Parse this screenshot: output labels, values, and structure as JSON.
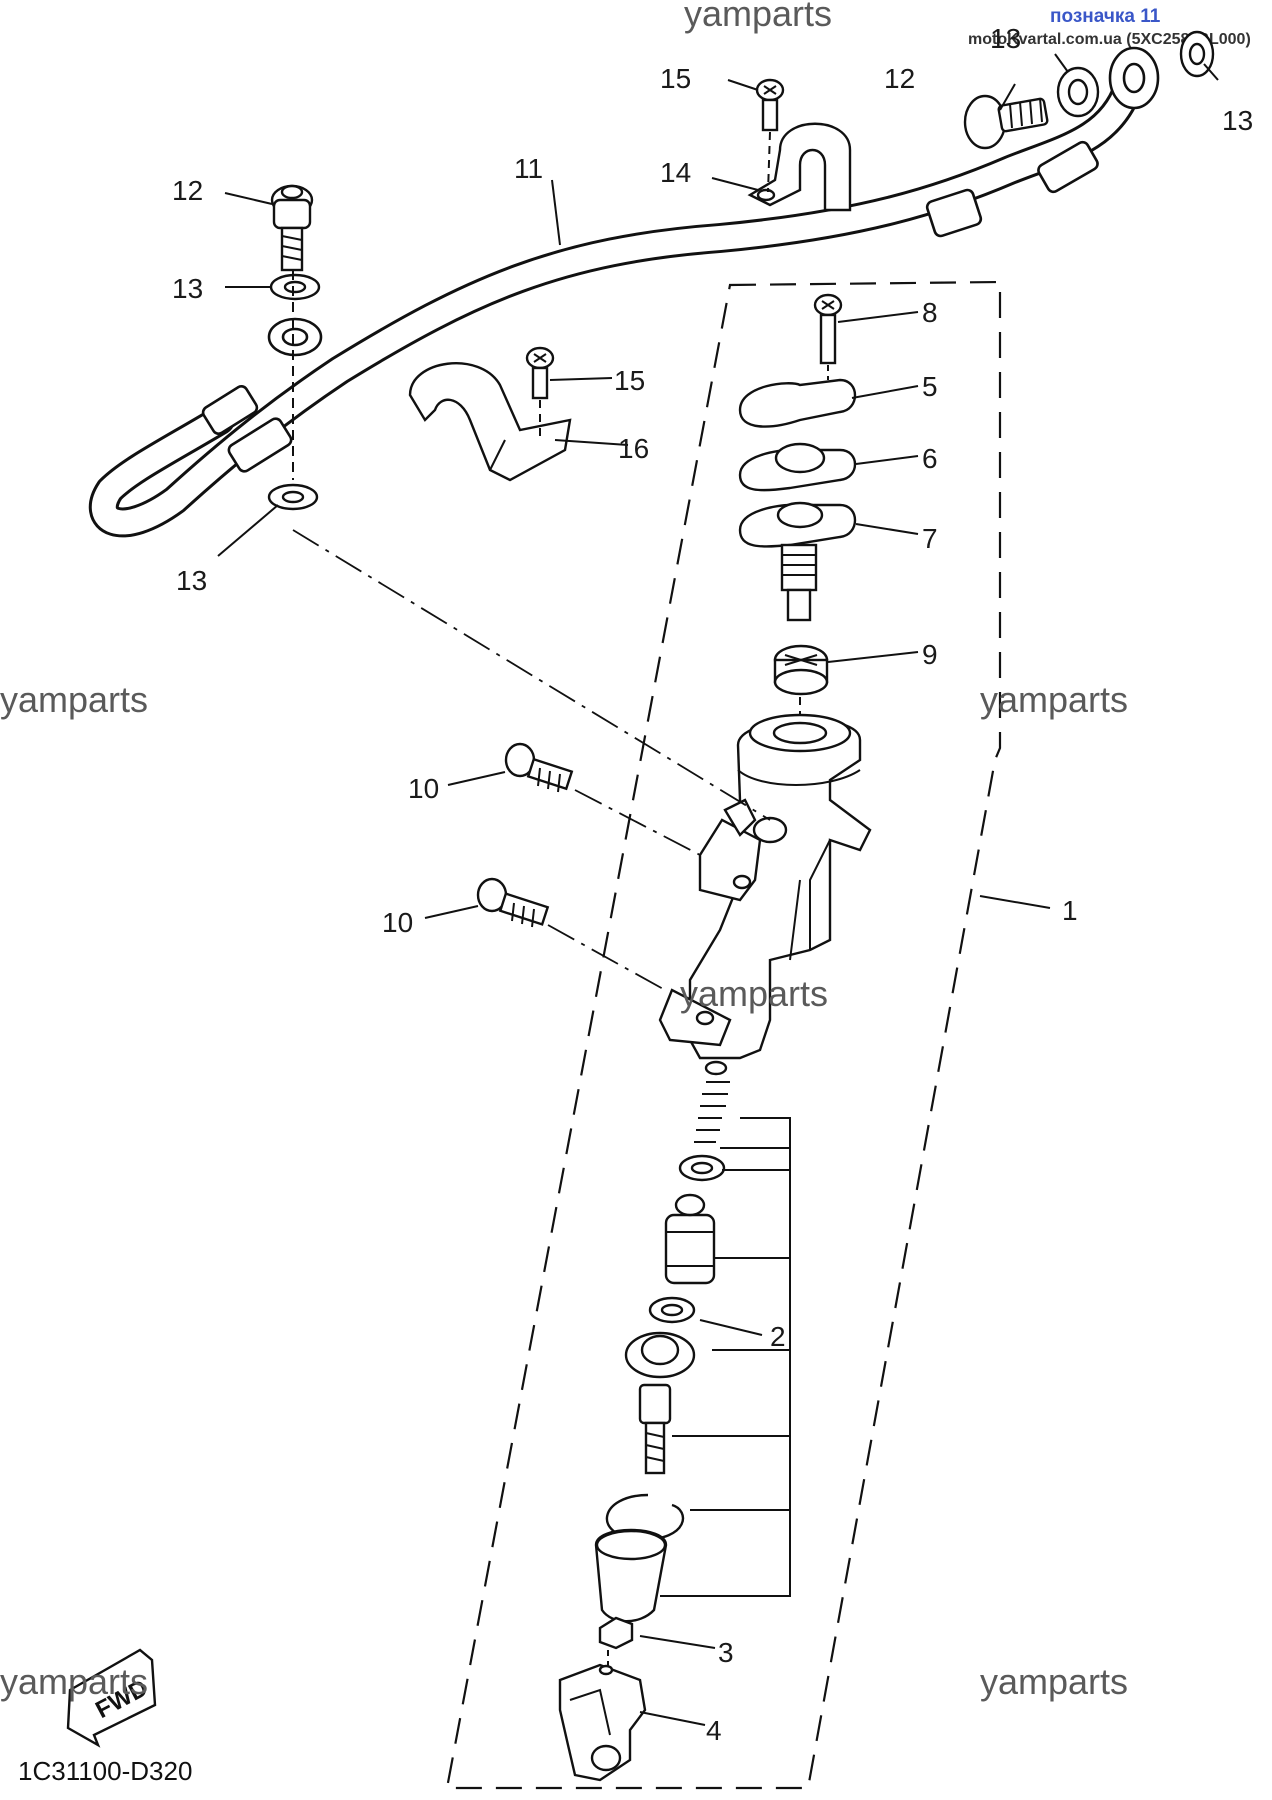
{
  "header": {
    "tag": "позначка 11",
    "source": "motoKvartal.com.ua (5XC2587SL000)"
  },
  "watermarks": [
    "yamparts",
    "yamparts",
    "yamparts",
    "yamparts",
    "yamparts",
    "yamparts"
  ],
  "fwd_label": "FWD",
  "diagram_code": "1C31100-D320",
  "callouts": [
    {
      "id": "c-1",
      "label": "1"
    },
    {
      "id": "c-2",
      "label": "2"
    },
    {
      "id": "c-3",
      "label": "3"
    },
    {
      "id": "c-4",
      "label": "4"
    },
    {
      "id": "c-5",
      "label": "5"
    },
    {
      "id": "c-6",
      "label": "6"
    },
    {
      "id": "c-7",
      "label": "7"
    },
    {
      "id": "c-8",
      "label": "8"
    },
    {
      "id": "c-9",
      "label": "9"
    },
    {
      "id": "c-10a",
      "label": "10"
    },
    {
      "id": "c-10b",
      "label": "10"
    },
    {
      "id": "c-11",
      "label": "11"
    },
    {
      "id": "c-12a",
      "label": "12"
    },
    {
      "id": "c-12b",
      "label": "12"
    },
    {
      "id": "c-13a",
      "label": "13"
    },
    {
      "id": "c-13b",
      "label": "13"
    },
    {
      "id": "c-13c",
      "label": "13"
    },
    {
      "id": "c-13d",
      "label": "13"
    },
    {
      "id": "c-14",
      "label": "14"
    },
    {
      "id": "c-15a",
      "label": "15"
    },
    {
      "id": "c-15b",
      "label": "15"
    },
    {
      "id": "c-16",
      "label": "16"
    }
  ]
}
